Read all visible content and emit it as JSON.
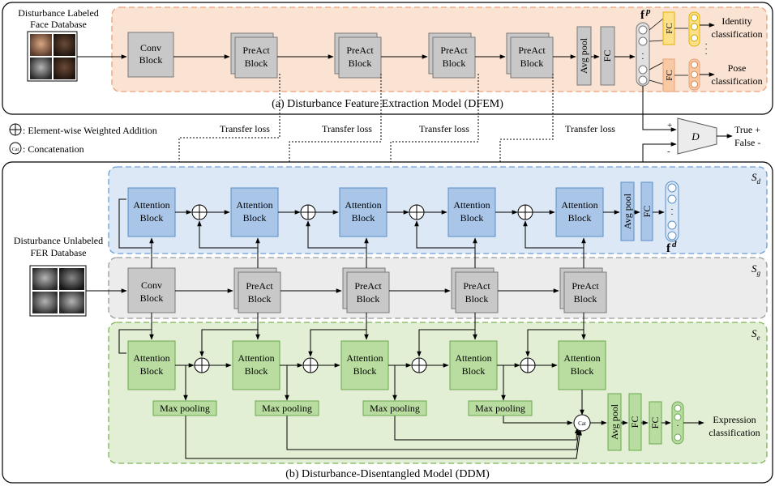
{
  "dfem": {
    "db_label_1": "Disturbance Labeled",
    "db_label_2": "Face Database",
    "conv_1": "Conv",
    "conv_2": "Block",
    "preact_1": "PreAct",
    "preact_2": "Block",
    "avg_pool": "Avg pool",
    "fc": "FC",
    "fp_base": "f",
    "fp_sup": "p",
    "identity_fc": "FC",
    "pose_fc": "FC",
    "identity_1": "Identity",
    "identity_2": "classification",
    "pose_1": "Pose",
    "pose_2": "classification",
    "caption": "(a) Disturbance Feature Extraction Model  (DFEM)"
  },
  "legend": {
    "add_label": ": Element-wise Weighted Addition",
    "cat_symbol": "Cat",
    "cat_label": ": Concatenation"
  },
  "transfer_loss": "Transfer loss",
  "discriminator": {
    "label": "D",
    "true_label": "True +",
    "false_label": "False -",
    "plus": "+",
    "minus": "-"
  },
  "ddm": {
    "db_label_1": "Disturbance Unlabeled",
    "db_label_2": "FER Database",
    "sd_base": "S",
    "sd_sub": "d",
    "sg_base": "S",
    "sg_sub": "g",
    "se_base": "S",
    "se_sub": "e",
    "attention_1": "Attention",
    "attention_2": "Block",
    "conv_1": "Conv",
    "conv_2": "Block",
    "preact_1": "PreAct",
    "preact_2": "Block",
    "avg_pool": "Avg pool",
    "fc": "FC",
    "fd_base": "f",
    "fd_sup": "d",
    "max_pooling": "Max pooling",
    "cat_symbol": "Cat",
    "expression_1": "Expression",
    "expression_2": "classification",
    "caption": "(b) Disturbance-Disentangled Model (DDM)"
  },
  "colors": {
    "dfem_fill": "#fbe3d3",
    "dfem_border": "#e8a27a",
    "orange_fill": "#f9c9a4",
    "sd_fill": "#dce8f5",
    "sd_border": "#6d9ed4",
    "attention_blue": "#a9c6e8",
    "attention_blue_border": "#5a8fc8",
    "sg_fill": "#ececec",
    "sg_border": "#9a9a9a",
    "gray_block": "#c8c8c8",
    "se_fill": "#e2efd5",
    "se_border": "#7eb25a",
    "attention_green": "#b9dca0",
    "attention_green_border": "#6aa84f",
    "yellow_fill": "#ffe08a",
    "yellow_border": "#e0b400"
  }
}
